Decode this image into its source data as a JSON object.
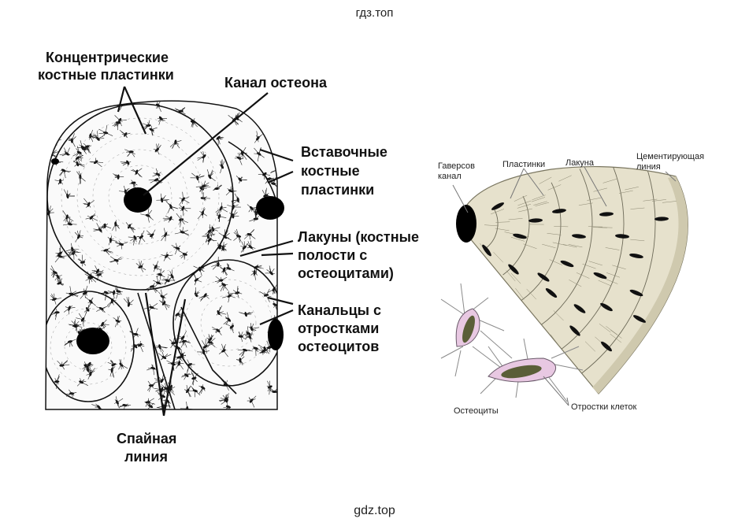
{
  "watermark_top": "гдз.топ",
  "watermark_bottom": "gdz.top",
  "left_figure": {
    "labels": {
      "concentric_1": "Концентрические",
      "concentric_2": "костные пластинки",
      "osteon_canal": "Канал остеона",
      "interstitial_1": "Вставочные",
      "interstitial_2": "костные",
      "interstitial_3": "пластинки",
      "lacunae_1": "Лакуны (костные",
      "lacunae_2": "полости с",
      "lacunae_3": "остеоцитами)",
      "canaliculi_1": "Канальцы с",
      "canaliculi_2": "отростками",
      "canaliculi_3": "остеоцитов",
      "cement_1": "Спайная",
      "cement_2": "линия"
    }
  },
  "right_figure": {
    "labels": {
      "haversian_1": "Гаверсов",
      "haversian_2": "канал",
      "lamellae": "Пластинки",
      "lacuna": "Лакуна",
      "cement_1": "Цементирующая",
      "cement_2": "линия",
      "osteocytes": "Остеоциты",
      "processes": "Отростки клеток"
    }
  },
  "colors": {
    "bone_fill": "#e6e1cc",
    "cell_fill": "#e8c8e2",
    "nucleus_fill": "#5a5e38",
    "ink": "#111111"
  }
}
